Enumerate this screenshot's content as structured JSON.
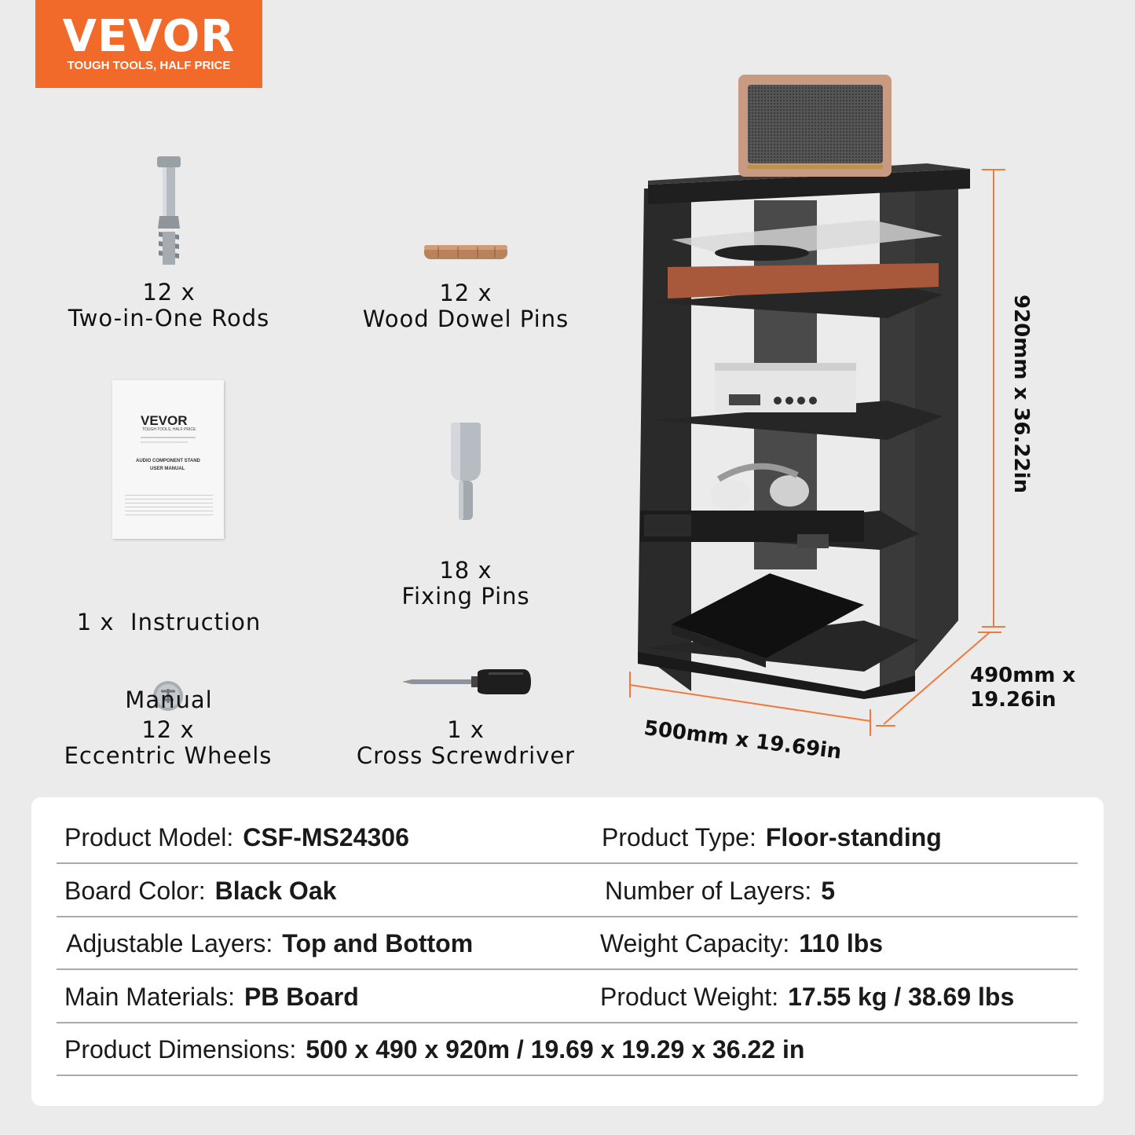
{
  "brand": {
    "name": "VEVOR",
    "tagline": "TOUGH TOOLS, HALF PRICE"
  },
  "accessories": [
    {
      "qty": "12 x",
      "name": "Two-in-One Rods",
      "icon": "rod-icon"
    },
    {
      "qty": "12 x",
      "name": "Wood Dowel Pins",
      "icon": "dowel-icon"
    },
    {
      "qty": "1 x  Instruction",
      "name": "Manual",
      "icon": "manual-icon"
    },
    {
      "qty": "18 x",
      "name": "Fixing Pins",
      "icon": "pin-icon"
    },
    {
      "qty": "12 x",
      "name": "Eccentric Wheels",
      "icon": "wheel-icon"
    },
    {
      "qty": "1 x",
      "name": "Cross Screwdriver",
      "icon": "screwdriver-icon"
    }
  ],
  "manual": {
    "brand": "VEVOR",
    "tagline": "TOUGH TOOLS, HALF PRICE",
    "title": "AUDIO COMPONENT STAND",
    "subtitle": "USER MANUAL"
  },
  "dimensions": {
    "height": "920mm x 36.22in",
    "width": "500mm x 19.69in",
    "depth_line1": "490mm x",
    "depth_line2": "19.26in"
  },
  "specs": [
    {
      "k1": "Product Model:",
      "v1": "CSF-MS24306",
      "k2": "Product Type:",
      "v2": "Floor-standing"
    },
    {
      "k1": "Board Color:",
      "v1": "Black Oak",
      "k2": "Number of Layers:",
      "v2": "5"
    },
    {
      "k1": "Adjustable Layers:",
      "v1": "Top and Bottom",
      "k2": "Weight Capacity:",
      "v2": "110 lbs"
    },
    {
      "k1": "Main Materials:",
      "v1": "PB Board",
      "k2": "Product Weight:",
      "v2": "17.55 kg / 38.69 lbs"
    },
    {
      "k1": "Product Dimensions:",
      "v1": "500 x 490 x 920m / 19.69 x 19.29 x 36.22 in"
    }
  ],
  "colors": {
    "brand_orange": "#f26a2a",
    "shelf_black": "#2b2b2b",
    "dimension_line": "#f07a3c"
  }
}
